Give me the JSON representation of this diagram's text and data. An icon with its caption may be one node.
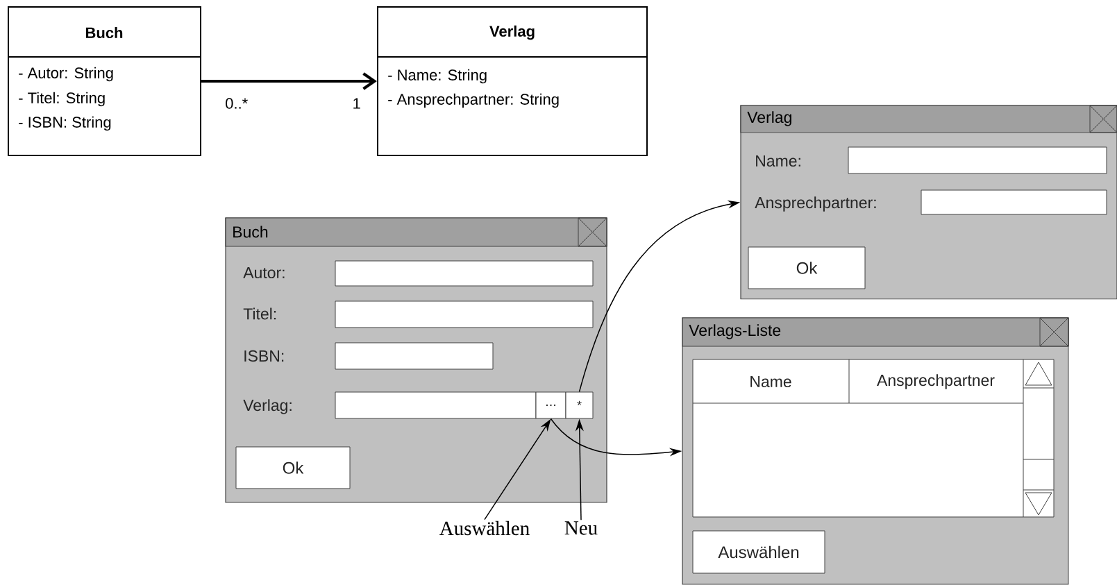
{
  "diagram": {
    "nodes": [
      {
        "text": [
          "Buch",
          "- Autor: String",
          "- Titel: String",
          "- ISBN: String"
        ]
      },
      {
        "text": [
          "Verlag",
          "- Name: String",
          "- Ansprechpartner: String"
        ]
      },
      {
        "text": [
          "Buch",
          "Autor:",
          "Titel:",
          "ISBN:",
          "Verlag:"
        ]
      },
      {
        "text": [],
        "shape": "box",
        "in": 2
      },
      {
        "text": [],
        "shape": "box",
        "in": 2
      },
      {
        "text": [],
        "shape": "box",
        "in": 2
      },
      {
        "text": [],
        "shape": "box",
        "in": 2
      },
      {
        "text": [
          "..."
        ],
        "in": 2
      },
      {
        "text": [
          "*"
        ],
        "in": 2
      },
      {
        "text": [
          "Ok"
        ],
        "in": 2
      },
      {
        "text": [
          "Auswählen"
        ]
      },
      {
        "text": [
          "Neu"
        ]
      },
      {
        "text": [
          "Verlag",
          "Name:",
          "Ansprechpartner:"
        ]
      },
      {
        "text": [],
        "shape": "box",
        "in": 12
      },
      {
        "text": [],
        "shape": "box",
        "in": 12
      },
      {
        "text": [
          "Ok"
        ],
        "in": 12
      },
      {
        "text": [
          "Verlags-Liste"
        ]
      },
      {
        "text": [
          "Name",
          "Ansprechpartner"
        ],
        "in": 16
      },
      {
        "text": [
          "Auswählen"
        ],
        "in": 16
      }
    ],
    "edges": [
      {
        "from": 0,
        "to": 1,
        "arrow": "to",
        "style": "thick"
      },
      {
        "from": 10,
        "to": 7,
        "arrow": "to"
      },
      {
        "from": 11,
        "to": 8,
        "arrow": "to"
      },
      {
        "from": 8,
        "to": 12,
        "arrow": "to"
      },
      {
        "from": 7,
        "to": 16,
        "arrow": "to"
      }
    ],
    "labels": [
      "0..*",
      "1"
    ]
  }
}
